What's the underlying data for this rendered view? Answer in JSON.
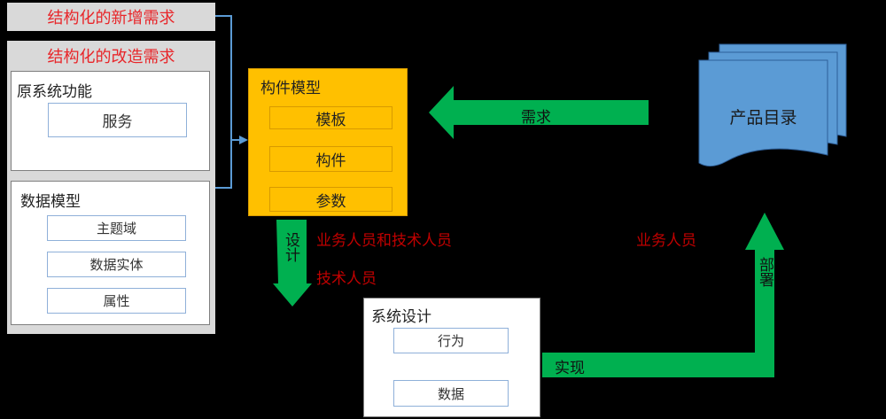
{
  "requirements": {
    "new": "结构化的新增需求",
    "modify": "结构化的改造需求"
  },
  "original_system": {
    "title": "原系统功能",
    "service": "服务"
  },
  "data_model": {
    "title": "数据模型",
    "items": [
      "主题域",
      "数据实体",
      "属性"
    ]
  },
  "component_model": {
    "title": "构件模型",
    "items": [
      "模板",
      "构件",
      "参数"
    ]
  },
  "product_catalog": "产品目录",
  "arrows": {
    "demand": "需求",
    "design": "设计",
    "implement": "实现",
    "deploy": "部署"
  },
  "roles": {
    "business_and_tech": "业务人员和技术人员",
    "tech": "技术人员",
    "business": "业务人员"
  },
  "system_design": {
    "title": "系统设计",
    "items": [
      "行为",
      "数据"
    ]
  },
  "colors": {
    "red": "#e8262a",
    "dark_red": "#c00000",
    "orange": "#ffc000",
    "green": "#00b050",
    "blue_doc": "#5b9bd5"
  }
}
